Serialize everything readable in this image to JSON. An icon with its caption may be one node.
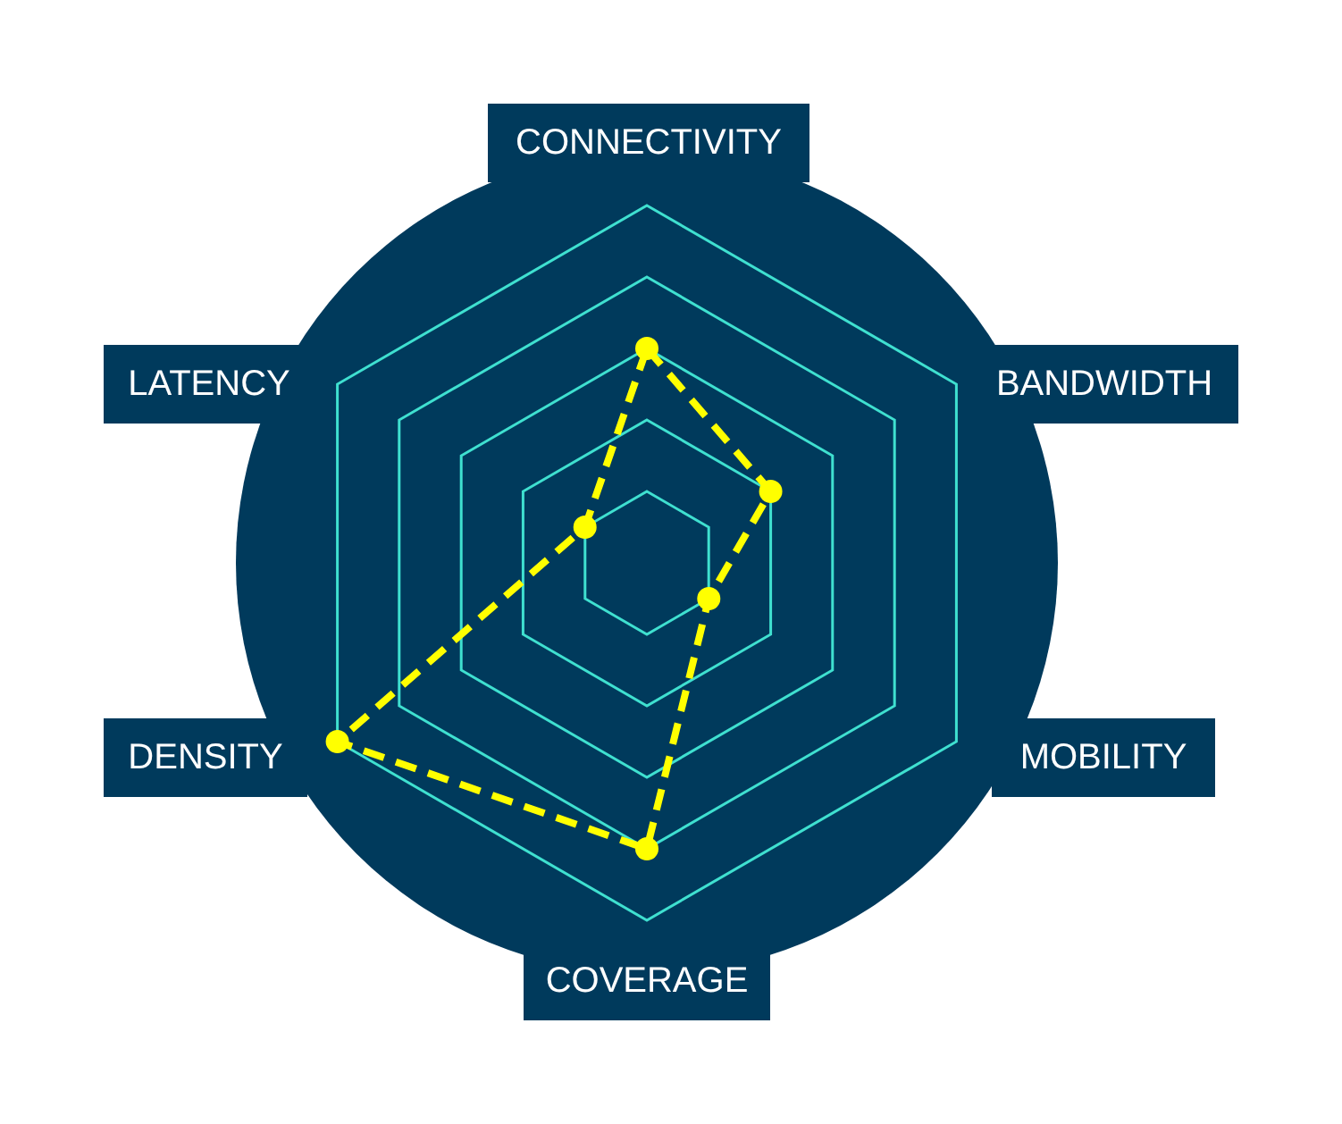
{
  "diagram": {
    "nodes": [
      {
        "text": [
          "CONNECTIVITY"
        ]
      },
      {
        "text": [
          "LATENCY"
        ]
      },
      {
        "text": [
          "BANDWIDTH"
        ]
      },
      {
        "text": [
          "DENSITY"
        ]
      },
      {
        "text": [
          "MOBILITY"
        ]
      },
      {
        "text": [
          "COVERAGE"
        ]
      }
    ]
  }
}
